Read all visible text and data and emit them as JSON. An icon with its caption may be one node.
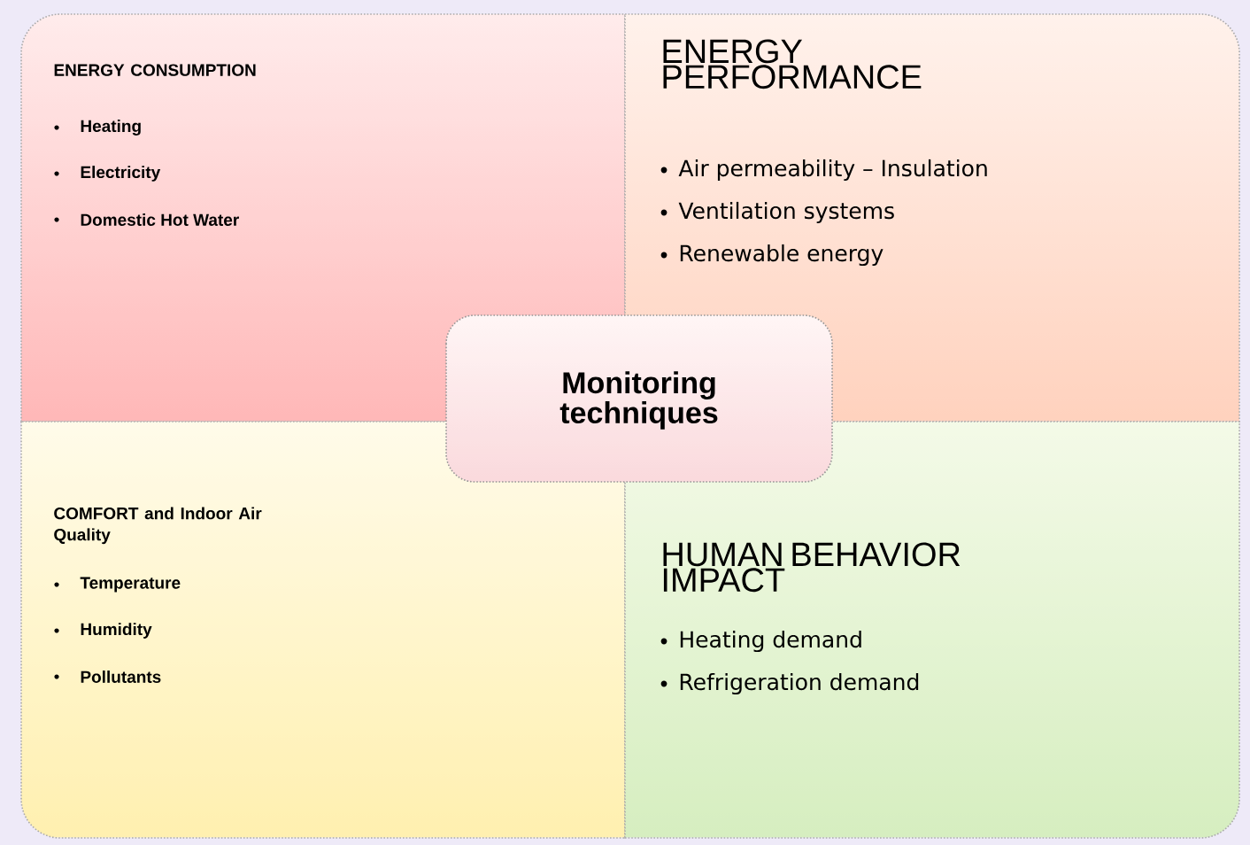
{
  "diagram": {
    "nodes": [
      {
        "text": [
          "ENERGY CONSUMPTION",
          "Heating",
          "Electricity",
          "Domestic Hot Water"
        ]
      },
      {
        "text": [
          "ENERGY PERFORMANCE",
          "Air permeability  – Insulation",
          "Ventilation systems",
          "Renewable energy"
        ]
      },
      {
        "text": [
          "COMFORT and Indoor Air Quality",
          "Temperature",
          "Humidity",
          "Pollutants"
        ]
      },
      {
        "text": [
          "HUMAN BEHAVIOR IMPACT",
          "Heating demand",
          "Refrigeration demand"
        ]
      },
      {
        "text": [
          "Monitoring techniques"
        ]
      }
    ]
  }
}
